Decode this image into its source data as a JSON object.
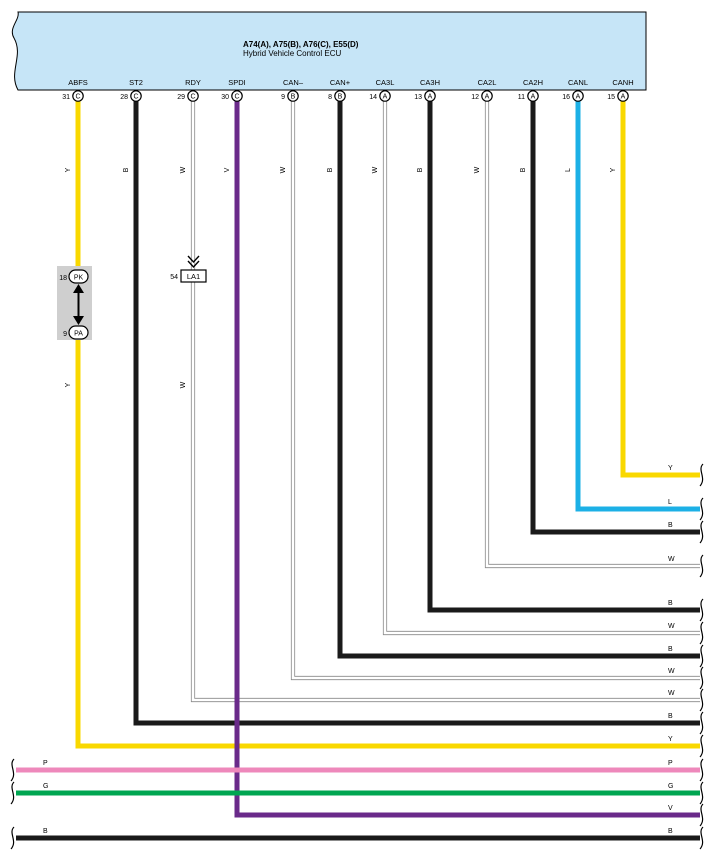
{
  "ecu": {
    "connectors": "A74(A), A75(B), A76(C), E55(D)",
    "name": "Hybrid Vehicle Control ECU"
  },
  "pins": [
    {
      "id": "abfs",
      "name": "ABFS",
      "pin": "31",
      "conn": "C",
      "color": "Y"
    },
    {
      "id": "st2",
      "name": "ST2",
      "pin": "28",
      "conn": "C",
      "color": "B"
    },
    {
      "id": "rdy",
      "name": "RDY",
      "pin": "29",
      "conn": "C",
      "color": "W"
    },
    {
      "id": "spdi",
      "name": "SPDI",
      "pin": "30",
      "conn": "C",
      "color": "V"
    },
    {
      "id": "can-minus",
      "name": "CAN–",
      "pin": "9",
      "conn": "B",
      "color": "W"
    },
    {
      "id": "can-plus",
      "name": "CAN+",
      "pin": "8",
      "conn": "B",
      "color": "B"
    },
    {
      "id": "ca3l",
      "name": "CA3L",
      "pin": "14",
      "conn": "A",
      "color": "W"
    },
    {
      "id": "ca3h",
      "name": "CA3H",
      "pin": "13",
      "conn": "A",
      "color": "B"
    },
    {
      "id": "ca2l",
      "name": "CA2L",
      "pin": "12",
      "conn": "A",
      "color": "W"
    },
    {
      "id": "ca2h",
      "name": "CA2H",
      "pin": "11",
      "conn": "A",
      "color": "B"
    },
    {
      "id": "canl",
      "name": "CANL",
      "pin": "16",
      "conn": "A",
      "color": "L"
    },
    {
      "id": "canh",
      "name": "CANH",
      "pin": "15",
      "conn": "A",
      "color": "Y"
    }
  ],
  "junction": {
    "top_pin": "18",
    "top_conn": "PK",
    "bottom_pin": "9",
    "bottom_conn": "PA",
    "lower_color": "Y"
  },
  "splice": {
    "pin": "54",
    "label": "LA1",
    "lower_color": "W"
  },
  "right_labels": [
    "Y",
    "L",
    "B",
    "W",
    "B",
    "W",
    "B",
    "W",
    "W",
    "B",
    "Y",
    "P",
    "G",
    "V",
    "B"
  ],
  "pass_wires": [
    {
      "id": "pink",
      "left": "P",
      "right": "P"
    },
    {
      "id": "green",
      "left": "G",
      "right": "G"
    },
    {
      "id": "black",
      "left": "B",
      "right": "B"
    }
  ],
  "colors": {
    "Y": "#f9d800",
    "B": "#1a1a1a",
    "W": "#ffffff",
    "V": "#6a2a8a",
    "L": "#1cb0e6",
    "P": "#ee88bb",
    "G": "#00a651",
    "ecu_fill": "#c6e5f7",
    "junction_fill": "#cfcfcf"
  }
}
